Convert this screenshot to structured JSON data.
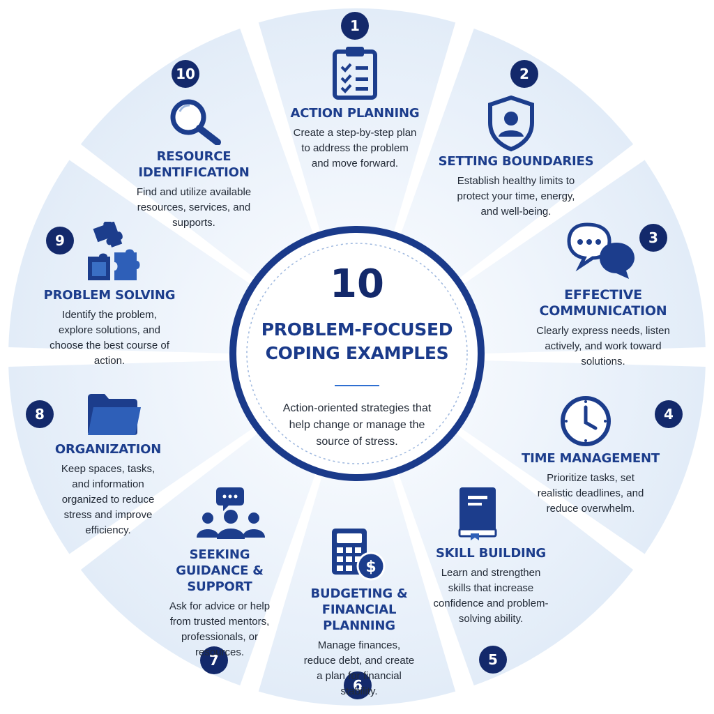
{
  "center": {
    "number": "10",
    "heading_line1": "PROBLEM-FOCUSED",
    "heading_line2": "COPING EXAMPLES",
    "subtitle": "Action-oriented strategies that help change or manage the source of stress."
  },
  "colors": {
    "navy": "#13296b",
    "blue": "#1c3d8c",
    "sector_fill": "#e9f1fb",
    "ring": "#1a3a8a"
  },
  "strategies": [
    {
      "number": "1",
      "title": "ACTION PLANNING",
      "description": "Create a step-by-step plan to address the problem and move forward.",
      "icon": "clipboard-checklist-icon"
    },
    {
      "number": "2",
      "title": "SETTING BOUNDARIES",
      "description": "Establish healthy limits to protect your time, energy, and well-being.",
      "icon": "shield-person-icon"
    },
    {
      "number": "3",
      "title": "EFFECTIVE COMMUNICATION",
      "description": "Clearly express needs, listen actively, and work toward solutions.",
      "icon": "chat-bubbles-icon"
    },
    {
      "number": "4",
      "title": "TIME MANAGEMENT",
      "description": "Prioritize tasks, set realistic deadlines, and reduce overwhelm.",
      "icon": "clock-icon"
    },
    {
      "number": "5",
      "title": "SKILL BUILDING",
      "description": "Learn and strengthen skills that increase confidence and problem-solving ability.",
      "icon": "book-icon"
    },
    {
      "number": "6",
      "title": "BUDGETING & FINANCIAL PLANNING",
      "description": "Manage finances, reduce debt, and create a plan for financial stability.",
      "icon": "calculator-dollar-icon"
    },
    {
      "number": "7",
      "title": "SEEKING GUIDANCE & SUPPORT",
      "description": "Ask for advice or help from trusted mentors, professionals, or resources.",
      "icon": "group-chat-icon"
    },
    {
      "number": "8",
      "title": "ORGANIZATION",
      "description": "Keep spaces, tasks, and information organized to reduce stress and improve efficiency.",
      "icon": "folder-icon"
    },
    {
      "number": "9",
      "title": "PROBLEM SOLVING",
      "description": "Identify the problem, explore solutions, and choose the best course of action.",
      "icon": "puzzle-pieces-icon"
    },
    {
      "number": "10",
      "title": "RESOURCE IDENTIFICATION",
      "description": "Find and utilize available resources, services, and supports.",
      "icon": "magnifying-glass-icon"
    }
  ]
}
